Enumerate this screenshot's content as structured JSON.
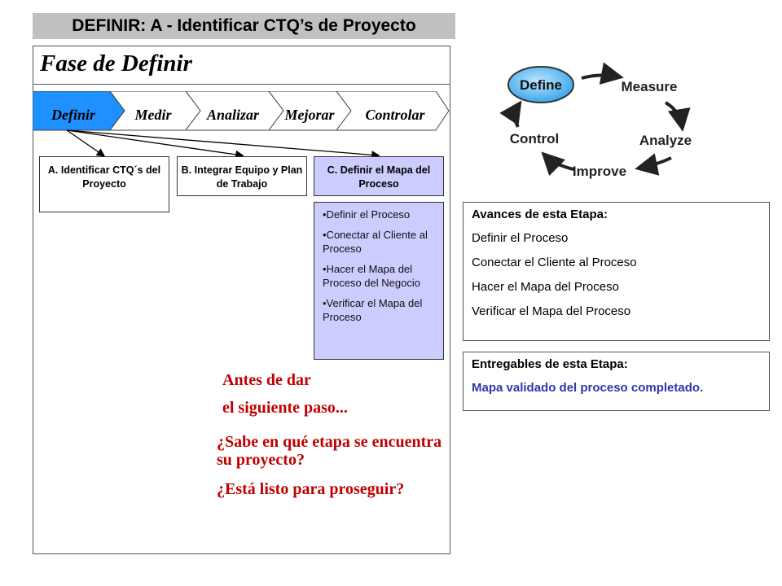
{
  "header": {
    "title": "DEFINIR: A - Identificar CTQ’s de Proyecto"
  },
  "panel": {
    "title": "Fase de Definir"
  },
  "phases": [
    "Definir",
    "Medir",
    "Analizar",
    "Mejorar",
    "Controlar"
  ],
  "steps": {
    "a": "A. Identificar CTQ´s del Proyecto",
    "b": "B. Integrar Equipo y Plan de Trabajo",
    "c": "C. Definir el Mapa del Proceso"
  },
  "substeps": [
    "•Definir el Proceso",
    "•Conectar al Cliente al Proceso",
    "•Hacer el Mapa del Proceso del Negocio",
    "•Verificar el Mapa del Proceso"
  ],
  "prompt": {
    "line1": "Antes de dar",
    "line2": "el siguiente paso...",
    "line3": "¿Sabe en qué etapa se encuentra su proyecto?",
    "line4": "¿Está listo para proseguir?"
  },
  "cycle": {
    "define": "Define",
    "measure": "Measure",
    "analyze": "Analyze",
    "improve": "Improve",
    "control": "Control"
  },
  "progress": {
    "heading": "Avances de esta Etapa:",
    "items": [
      "Definir el Proceso",
      "Conectar el Cliente al Proceso",
      "Hacer el Mapa del Proceso",
      "Verificar el Mapa del Proceso"
    ]
  },
  "deliverables": {
    "heading": "Entregables de esta Etapa:",
    "text": "Mapa validado del proceso completado."
  },
  "colors": {
    "active_phase": "#1e90ff",
    "step_blue": "#ccccff",
    "prompt_red": "#c00000",
    "deliverable_blue": "#3333aa"
  }
}
